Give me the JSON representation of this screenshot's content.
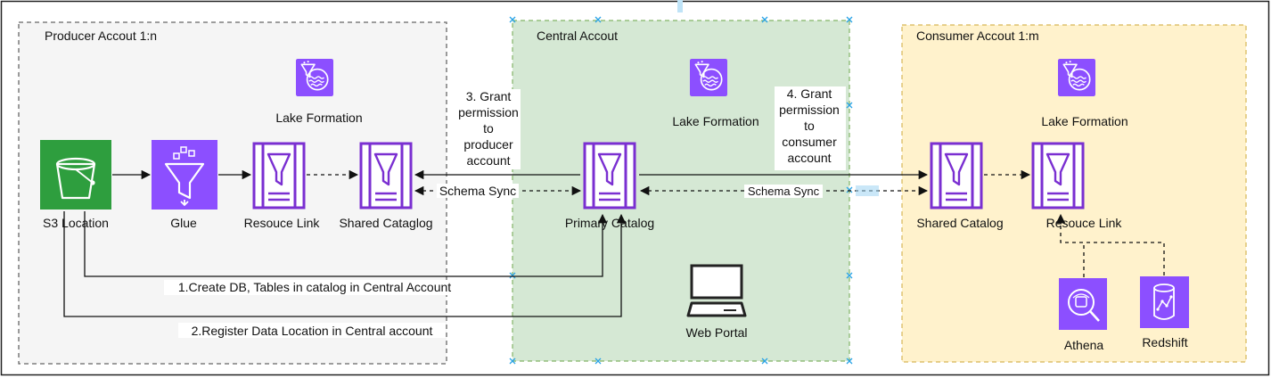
{
  "zones": {
    "producer": {
      "label": "Producer Accout 1:n"
    },
    "central": {
      "label": "Central Accout"
    },
    "consumer": {
      "label": "Consumer Accout 1:m"
    }
  },
  "icons": {
    "producer_lake_formation": {
      "label": "Lake Formation",
      "icon": "lake-formation-icon"
    },
    "central_lake_formation": {
      "label": "Lake Formation",
      "icon": "lake-formation-icon"
    },
    "consumer_lake_formation": {
      "label": "Lake Formation",
      "icon": "lake-formation-icon"
    },
    "s3": {
      "label": "S3 Location",
      "icon": "s3-bucket-icon"
    },
    "glue": {
      "label": "Glue",
      "icon": "glue-icon"
    },
    "producer_resource_link": {
      "label": "Resouce Link",
      "icon": "catalog-icon"
    },
    "producer_shared_catalog": {
      "label": "Shared Cataglog",
      "icon": "catalog-icon"
    },
    "primary_catalog": {
      "label": "Primary Catalog",
      "icon": "catalog-icon"
    },
    "consumer_shared_catalog": {
      "label": "Shared Catalog",
      "icon": "catalog-icon"
    },
    "consumer_resource_link": {
      "label": "Resouce Link",
      "icon": "catalog-icon"
    },
    "web_portal": {
      "label": "Web Portal",
      "icon": "computer-icon"
    },
    "athena": {
      "label": "Athena",
      "icon": "athena-icon"
    },
    "redshift": {
      "label": "Redshift",
      "icon": "redshift-icon"
    }
  },
  "edges": {
    "grant_producer": [
      "3. Grant",
      "permission",
      "to",
      "producer",
      "account"
    ],
    "grant_consumer": [
      "4. Grant",
      "permission",
      "to",
      "consumer",
      "account"
    ],
    "schema_sync_left": "Schema Sync",
    "schema_sync_right": "Schema Sync",
    "create_db": "1.Create DB, Tables in catalog in Central Account",
    "register_location": "2.Register Data Location in Central account"
  },
  "colors": {
    "lake_formation": "#8c4fff",
    "glue": "#8c4fff",
    "catalog": "#7a2fd1",
    "s3": "#2e9e3e",
    "analytics": "#8c4fff",
    "producer_zone": "#f5f5f5",
    "central_zone": "#d5e8d4",
    "consumer_zone": "#fff2cc"
  }
}
